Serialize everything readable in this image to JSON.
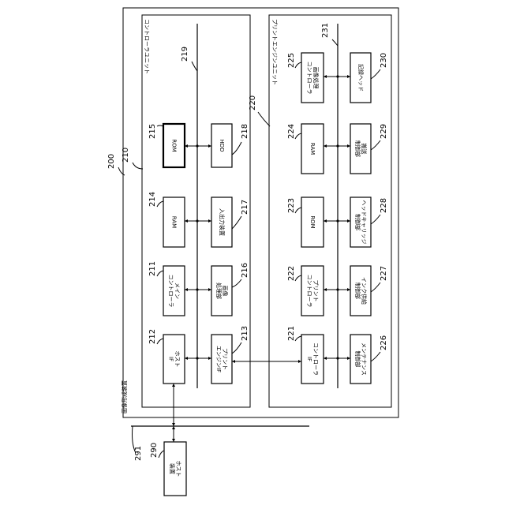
{
  "system": {
    "ref": "200",
    "label": "画像形成装置"
  },
  "controller_unit": {
    "ref": "210",
    "label": "コントローラユニット",
    "bus_ref": "219"
  },
  "engine_unit": {
    "ref": "220",
    "label": "プリントエンジンユニット",
    "bus_ref": "231"
  },
  "external_bus_ref": "291",
  "blocks": {
    "rom215": {
      "ref": "215",
      "label": [
        "ROM"
      ]
    },
    "hdd218": {
      "ref": "218",
      "label": [
        "HDD"
      ]
    },
    "ram214": {
      "ref": "214",
      "label": [
        "RAM"
      ]
    },
    "io217": {
      "ref": "217",
      "label": [
        "入出力装置"
      ]
    },
    "main211": {
      "ref": "211",
      "label": [
        "メイン",
        "コントローラ"
      ]
    },
    "img216": {
      "ref": "216",
      "label": [
        "画像",
        "処理部"
      ]
    },
    "hostif212": {
      "ref": "212",
      "label": [
        "ホスト",
        "IF"
      ]
    },
    "pe213": {
      "ref": "213",
      "label": [
        "プリント",
        "エンジンIF"
      ]
    },
    "ip225": {
      "ref": "225",
      "label": [
        "画像処理",
        "コントローラ"
      ]
    },
    "head230": {
      "ref": "230",
      "label": [
        "記録ヘッド"
      ]
    },
    "ram224": {
      "ref": "224",
      "label": [
        "RAM"
      ]
    },
    "feed229": {
      "ref": "229",
      "label": [
        "搬送",
        "制御部"
      ]
    },
    "rom223": {
      "ref": "223",
      "label": [
        "ROM"
      ]
    },
    "carr228": {
      "ref": "228",
      "label": [
        "ヘッドキャリッジ",
        "制御部"
      ]
    },
    "pc222": {
      "ref": "222",
      "label": [
        "プリント",
        "コントローラ"
      ]
    },
    "ink227": {
      "ref": "227",
      "label": [
        "インク供給",
        "制御部"
      ]
    },
    "cif221": {
      "ref": "221",
      "label": [
        "コントローラ",
        "IF"
      ]
    },
    "mnt226": {
      "ref": "226",
      "label": [
        "メンテナンス",
        "制御部"
      ]
    },
    "host290": {
      "ref": "290",
      "label": [
        "ホスト",
        "装置"
      ]
    }
  }
}
